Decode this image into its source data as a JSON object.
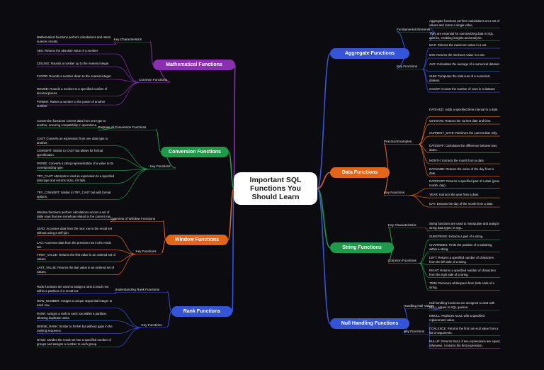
{
  "root": {
    "title": "Important SQL Functions You Should Learn"
  },
  "branches": {
    "aggregate": {
      "title": "Aggregate Functions",
      "color": "#3555d8",
      "groups": {
        "fundamentals": {
          "label": "Fundamental Elements",
          "items": [
            "Aggregate functions perform calculations on a set of values and return a single value.",
            "They are essential for summarizing data in SQL queries, enabling insights and analysis."
          ]
        },
        "key": {
          "label": "Key Functions",
          "items": [
            "MAX: Returns the maximum value in a set.",
            "MIN: Returns the minimum value in a set.",
            "AVG: Calculates the average of a numerical dataset.",
            "SUM: Computes the total sum of a numerical dataset.",
            "COUNT: Counts the number of rows in a dataset."
          ]
        }
      }
    },
    "data": {
      "title": "Data Functions",
      "color": "#e2651a",
      "groups": {
        "practical": {
          "label": "Practical Examples",
          "items": [
            "DATEADD: Adds a specified time interval to a date.",
            "GETDATE: Returns the current date and time.",
            "CURRENT_DATE: Retrieves the current date only.",
            "DATEDIFF: Calculates the difference between two dates.",
            "MONTH: Extracts the month from a date.",
            "DAYNAME: Returns the name of the day from a date."
          ]
        },
        "key": {
          "label": "Key Functions",
          "items": [
            "DATEPART: Returns a specified part of a date (year, month, day).",
            "YEAR: Extracts the year from a date.",
            "DAY: Extracts the day of the month from a date."
          ]
        }
      }
    },
    "string": {
      "title": "String Functions",
      "color": "#1e9a4a",
      "groups": {
        "key_chars": {
          "label": "Key Characteristics",
          "items": [
            "String functions are used to manipulate and analyze string data types in SQL."
          ]
        },
        "common": {
          "label": "Common Functions",
          "items": [
            "SUBSTRING: Extracts a part of a string.",
            "CHARINDEX: Finds the position of a substring within a string.",
            "LEFT: Returns a specified number of characters from the left side of a string.",
            "RIGHT: Returns a specified number of characters from the right side of a string.",
            "TRIM: Removes whitespace from both ends of a string."
          ]
        }
      }
    },
    "null": {
      "title": "Null Handling Functions",
      "color": "#3555d8",
      "groups": {
        "handling": {
          "label": "Handling Null Values",
          "items": [
            "Null handling functions are designed to deal with NULL values in SQL queries."
          ]
        },
        "key": {
          "label": "Key Functions",
          "items": [
            "ISNULL: Replaces NULL with a specified replacement value.",
            "COALESCE: Returns the first non-null value from a list of arguments.",
            "NULLIF: Returns NULL if two expressions are equal; otherwise, it returns the first expression."
          ]
        }
      }
    },
    "mathematical": {
      "title": "Mathematical Functions",
      "color": "#8a2fb0",
      "groups": {
        "key_chars": {
          "label": "Key Characteristics",
          "items": [
            "Mathematical functions perform calculations and return numeric results."
          ]
        },
        "common": {
          "label": "Common Functions",
          "items": [
            "ABS: Returns the absolute value of a number.",
            "CEILING: Rounds a number up to the nearest integer.",
            "FLOOR: Rounds a number down to the nearest integer.",
            "ROUND: Rounds a number to a specified number of decimal places.",
            "POWER: Raises a number to the power of another number."
          ]
        }
      }
    },
    "conversion": {
      "title": "Conversion Functions",
      "color": "#1e9a4a",
      "groups": {
        "purpose": {
          "label": "Purpose of Conversion Functions",
          "items": [
            "Conversion functions convert data from one type to another, ensuring compatibility in operations."
          ]
        },
        "key": {
          "label": "Key Functions",
          "items": [
            "CAST: Converts an expression from one data type to another.",
            "CONVERT: Similar to CAST but allows for format specification.",
            "PARSE: Converts a string representation of a value to its corresponding type.",
            "TRY_CAST: Attempts to cast an expression to a specified data type and returns NULL if it fails.",
            "TRY_CONVERT: Similar to TRY_CAST but with format options."
          ]
        }
      }
    },
    "window": {
      "title": "Window Functions",
      "color": "#e2651a",
      "groups": {
        "overview": {
          "label": "Overview of Window Functions",
          "items": [
            "Window functions perform calculations across a set of table rows that are somehow related to the current row."
          ]
        },
        "key": {
          "label": "Key Functions",
          "items": [
            "LEAD: Accesses data from the next row in the result set without using a self-join.",
            "LAG: Accesses data from the previous row in the result set.",
            "FIRST_VALUE: Returns the first value in an ordered set of values.",
            "LAST_VALUE: Returns the last value in an ordered set of values."
          ]
        }
      }
    },
    "rank": {
      "title": "Rank Functions",
      "color": "#3555d8",
      "groups": {
        "understanding": {
          "label": "Understanding Rank Functions",
          "items": [
            "Rank functions are used to assign a rank to each row within a partition of a result set."
          ]
        },
        "key": {
          "label": "Key Functions",
          "items": [
            "ROW_NUMBER: Assigns a unique sequential integer to each row.",
            "RANK: Assigns a rank to each row within a partition, allowing duplicate ranks.",
            "DENSE_RANK: Similar to RANK but without gaps in the ranking sequence.",
            "NTILE: Divides the result set into a specified number of groups and assigns a number to each group."
          ]
        }
      }
    }
  }
}
